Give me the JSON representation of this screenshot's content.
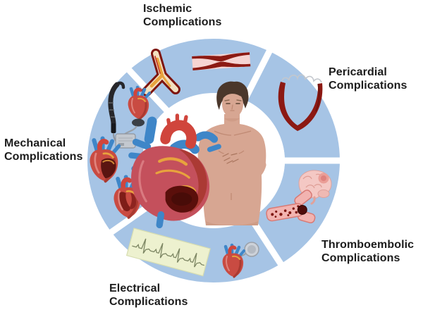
{
  "figure": {
    "type": "medical-illustration-wheel",
    "description": "Circular wheel of cardiac complications surrounding a patient clutching his chest beside a large infarcted heart",
    "center": {
      "illustrations": [
        "infarcted-heart",
        "patient-clutching-chest"
      ]
    },
    "segments": [
      {
        "id": "ischemic",
        "label_line1": "Ischemic",
        "label_line2": "Complications",
        "position": "top",
        "icons": [
          "atherosclerotic-artery",
          "stenosed-vessel"
        ]
      },
      {
        "id": "pericardial",
        "label_line1": "Pericardial",
        "label_line2": "Complications",
        "position": "upper-right",
        "icons": [
          "pericardial-effusion-sac"
        ]
      },
      {
        "id": "thromboembolic",
        "label_line1": "Thromboembolic",
        "label_line2": "Complications",
        "position": "lower-right",
        "icons": [
          "brain-with-stroke",
          "vessel-with-thrombus"
        ]
      },
      {
        "id": "electrical",
        "label_line1": "Electrical",
        "label_line2": "Complications",
        "position": "bottom",
        "icons": [
          "ecg-strip",
          "heart-with-pacemaker"
        ]
      },
      {
        "id": "mechanical",
        "label_line1": "Mechanical",
        "label_line2": "Complications",
        "position": "left",
        "icons": [
          "iabp-catheter",
          "lvad-heart-with-pump",
          "device-controller-box",
          "infarcted-ruptured-heart",
          "heart-cross-section"
        ]
      }
    ],
    "colors": {
      "ring": "#a6c4e5",
      "background": "#ffffff",
      "text": "#1c1c1c",
      "ecg_paper": "#edf1cf",
      "dark_red": "#7e150f",
      "artery_red": "#d0453c",
      "vein_blue": "#3e86c8",
      "skin": "#d7a692",
      "hair": "#4a372b",
      "brain_pink": "#f4c8c4",
      "vessel_pink": "#f2b3b0",
      "plaque_yellow": "#e8a33d",
      "device_black": "#26262a",
      "device_gray": "#c3c8cf"
    }
  }
}
